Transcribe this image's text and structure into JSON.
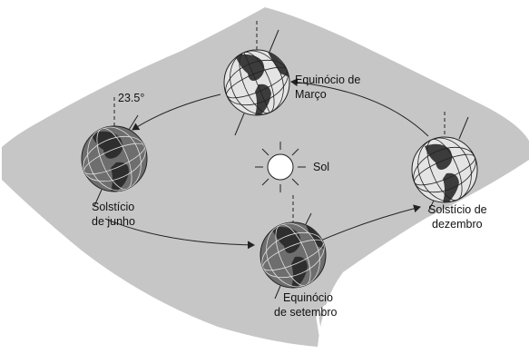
{
  "colors": {
    "plane": "#c6c6c6",
    "globe_land": "#3c3c3c",
    "globe_ocean": "#8a8a8a",
    "globe_light_ocean": "#e2e2e2",
    "line": "#222222"
  },
  "labels": {
    "angle": "23.5°",
    "equinox_march_line1": "Equinócio de",
    "equinox_march_line2": "Março",
    "sun": "Sol",
    "solstice_june_line1": "Solstício",
    "solstice_june_line2": "de junho",
    "solstice_december_line1": "Solstício de",
    "solstice_december_line2": "dezembro",
    "equinox_september_line1": "Equinócio",
    "equinox_september_line2": "de setembro"
  },
  "icons": {
    "sun": "sun-icon",
    "globe": "globe-icon",
    "orbit_arrow": "arrow-icon"
  }
}
